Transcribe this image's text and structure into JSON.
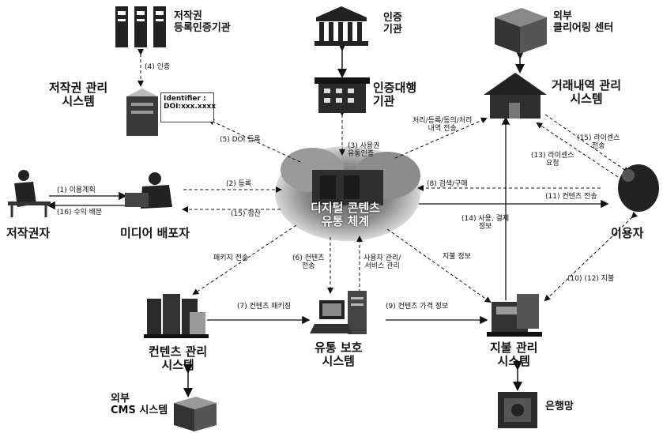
{
  "nodes": {
    "registry": {
      "line1": "저작권",
      "line2": "등록인증기관"
    },
    "cert_authority": {
      "line1": "인증",
      "line2": "기관"
    },
    "external_clearing": {
      "line1": "외부",
      "line2": "클리어링 센터"
    },
    "copyright_system": {
      "line1": "저작권 관리",
      "line2": "시스템"
    },
    "cert_agency": {
      "line1": "인증대행",
      "line2": "기관"
    },
    "transaction_system": {
      "line1": "거래내역 관리",
      "line2": "시스템"
    },
    "author": {
      "label": "저작권자"
    },
    "distributor": {
      "label": "미디어 배포자"
    },
    "center": {
      "line1": "디지털 콘텐츠",
      "line2": "유통 체계"
    },
    "user": {
      "label": "이용자"
    },
    "content_system": {
      "line1": "컨텐츠 관리",
      "line2": "시스템"
    },
    "protection_system": {
      "line1": "유통 보호",
      "line2": "시스템"
    },
    "payment_system": {
      "line1": "지불 관리",
      "line2": "시스템"
    },
    "external_cms": {
      "line1": "외부",
      "line2": "CMS 시스템"
    },
    "bank": {
      "label": "은행망"
    }
  },
  "identifier": {
    "line1": "Identifier :",
    "line2": "DOI:xxx.xxxx"
  },
  "edges": {
    "e4": "(4) 인증",
    "e5": "(5) DOI 등록",
    "e3": "(3) 사용권",
    "e3b": "유통인증",
    "e_log": "처리/등록/동의/처리",
    "e_log2": "내역 전송",
    "e15": "(15) 라이센스",
    "e15b": "전송",
    "e13": "(13) 라이센스",
    "e13b": "요청",
    "e1": "(1) 이용계획",
    "e16": "(16) 수익 배분",
    "e2": "(2) 등록",
    "e15s": "(15) 정산",
    "e8": "(8) 검색/구매",
    "e11": "(11) 컨텐츠 전송",
    "e14": "(14) 사용, 결제",
    "e14b": "정보",
    "e_pkg": "패키지 전송",
    "e6": "(6) 컨텐츠",
    "e6b": "전송",
    "e_mgmt": "사용자 관리/",
    "e_mgmt2": "서비스 관리",
    "e_pay": "지불 정보",
    "e7": "(7) 컨텐츠 패키징",
    "e9": "(9) 컨텐츠 가격 정보",
    "e10": "(10) (12) 지불"
  }
}
